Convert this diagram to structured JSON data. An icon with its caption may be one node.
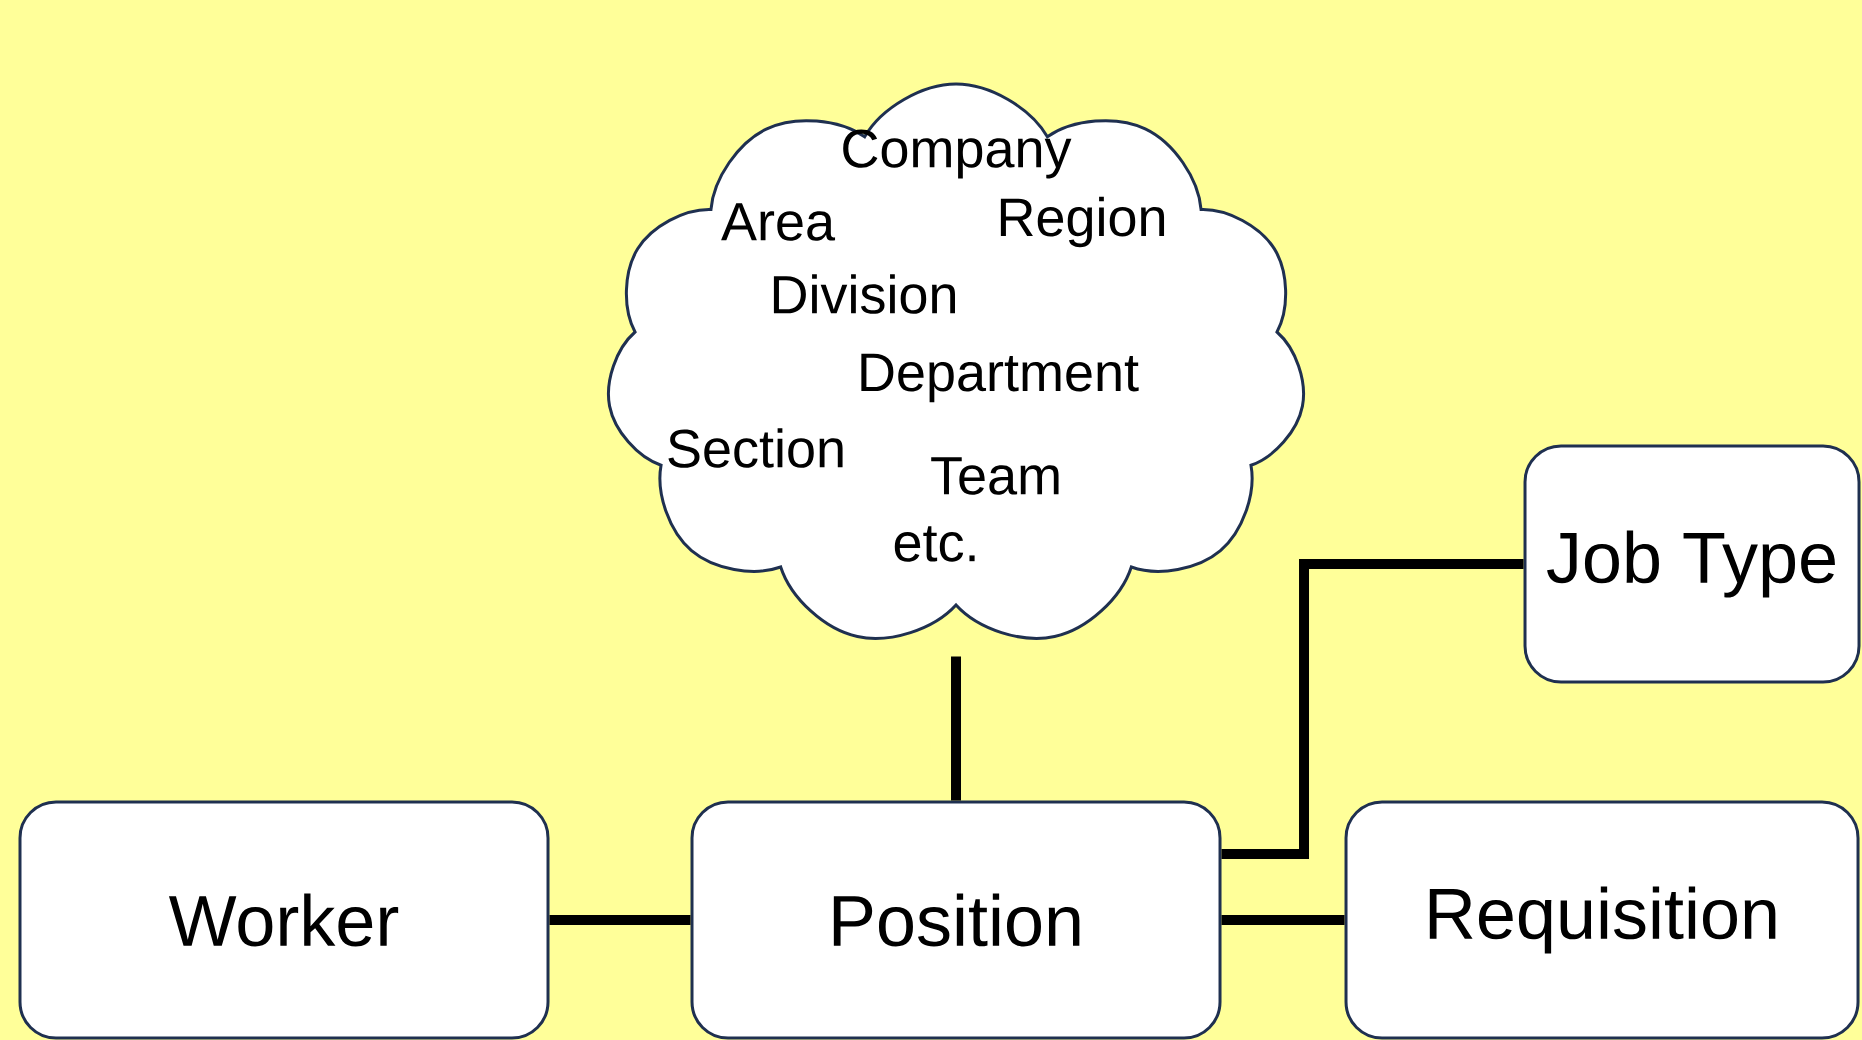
{
  "diagram": {
    "nodes": [
      {
        "text": [
          "Company",
          "Area",
          "Region",
          "Division",
          "Department",
          "Section",
          "Team",
          "etc."
        ]
      },
      {
        "text": [
          "Job Type"
        ]
      },
      {
        "text": [
          "Worker"
        ]
      },
      {
        "text": [
          "Position"
        ]
      },
      {
        "text": [
          "Requisition"
        ]
      }
    ],
    "edges": [
      {
        "from": 0,
        "to": 3,
        "arrow": "none"
      },
      {
        "from": 2,
        "to": 3,
        "arrow": "none"
      },
      {
        "from": 3,
        "to": 4,
        "arrow": "none"
      },
      {
        "from": 3,
        "to": 1,
        "arrow": "none"
      }
    ]
  }
}
